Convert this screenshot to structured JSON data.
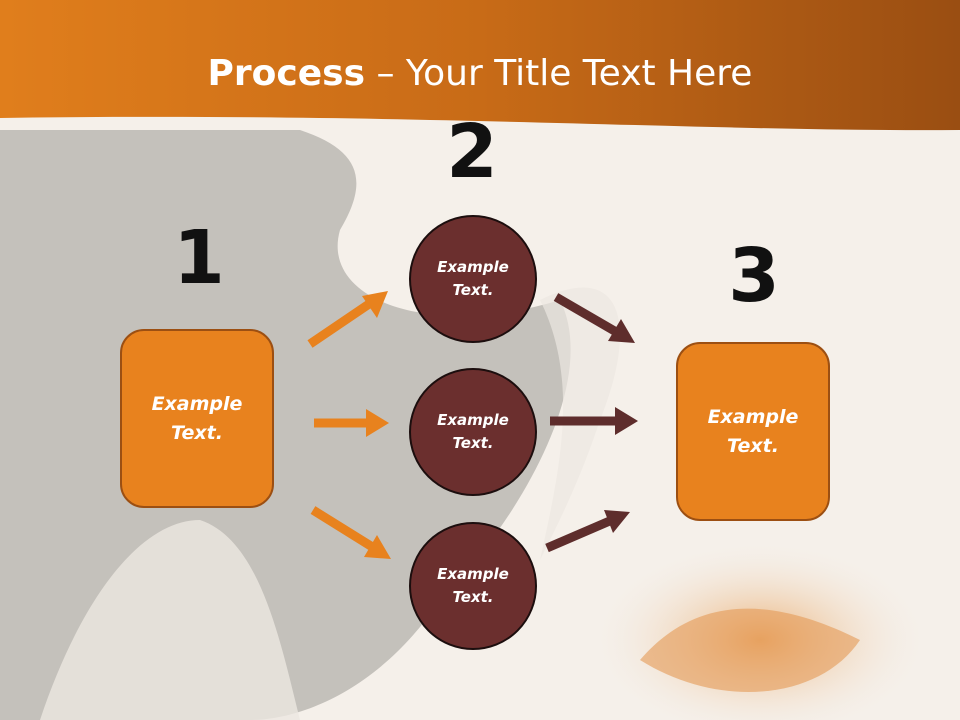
{
  "slide": {
    "title_bold": "Process",
    "title_rest": " – Your Title Text Here"
  },
  "steps": {
    "step1": {
      "number": "1",
      "text": "Example Text."
    },
    "step2": {
      "number": "2",
      "items": [
        {
          "text": "Example Text."
        },
        {
          "text": "Example Text."
        },
        {
          "text": "Example Text."
        }
      ]
    },
    "step3": {
      "number": "3",
      "text": "Example Text."
    }
  },
  "colors": {
    "orange": "#e8821e",
    "maroon": "#6b2f2e",
    "arrow_maroon": "#5e2d2c"
  }
}
